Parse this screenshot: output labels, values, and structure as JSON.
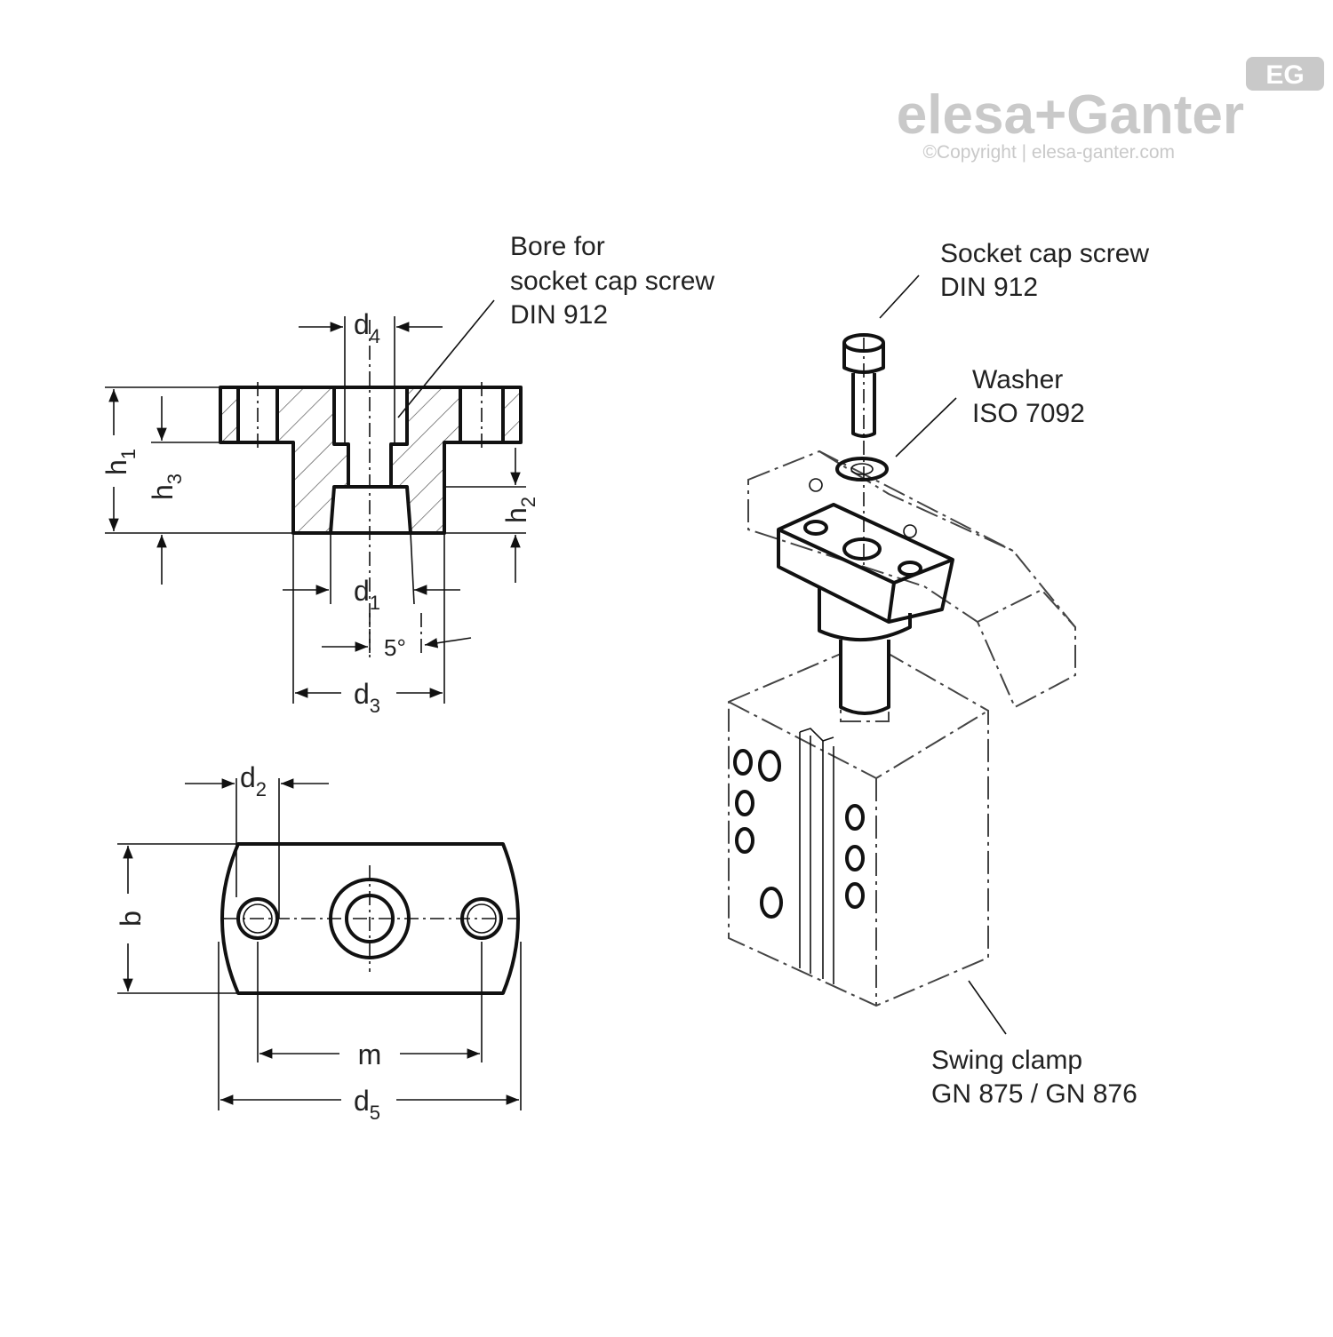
{
  "logo": {
    "badge": "EG",
    "brand_left": "elesa",
    "brand_plus": "+",
    "brand_right": "Ganter",
    "copyright": "©Copyright | elesa-ganter.com"
  },
  "section_view": {
    "callout_bore": [
      "Bore for",
      "socket cap screw",
      "DIN 912"
    ],
    "dims": {
      "d4": {
        "main": "d",
        "sub": "4"
      },
      "h1": {
        "main": "h",
        "sub": "1"
      },
      "h3": {
        "main": "h",
        "sub": "3"
      },
      "h2": {
        "main": "h",
        "sub": "2"
      },
      "d1": {
        "main": "d",
        "sub": "1"
      },
      "angle": "5°",
      "d3": {
        "main": "d",
        "sub": "3"
      }
    }
  },
  "top_view": {
    "dims": {
      "d2": {
        "main": "d",
        "sub": "2"
      },
      "b": "b",
      "m": "m",
      "d5": {
        "main": "d",
        "sub": "5"
      }
    }
  },
  "assembly": {
    "callout_screw": [
      "Socket cap screw",
      "DIN 912"
    ],
    "callout_washer": [
      "Washer",
      "ISO 7092"
    ],
    "callout_clamp": [
      "Swing clamp",
      "GN 875 / GN 876"
    ]
  },
  "colors": {
    "line": "#111111",
    "logo_grey": "#c9c9c9",
    "background": "#ffffff"
  }
}
